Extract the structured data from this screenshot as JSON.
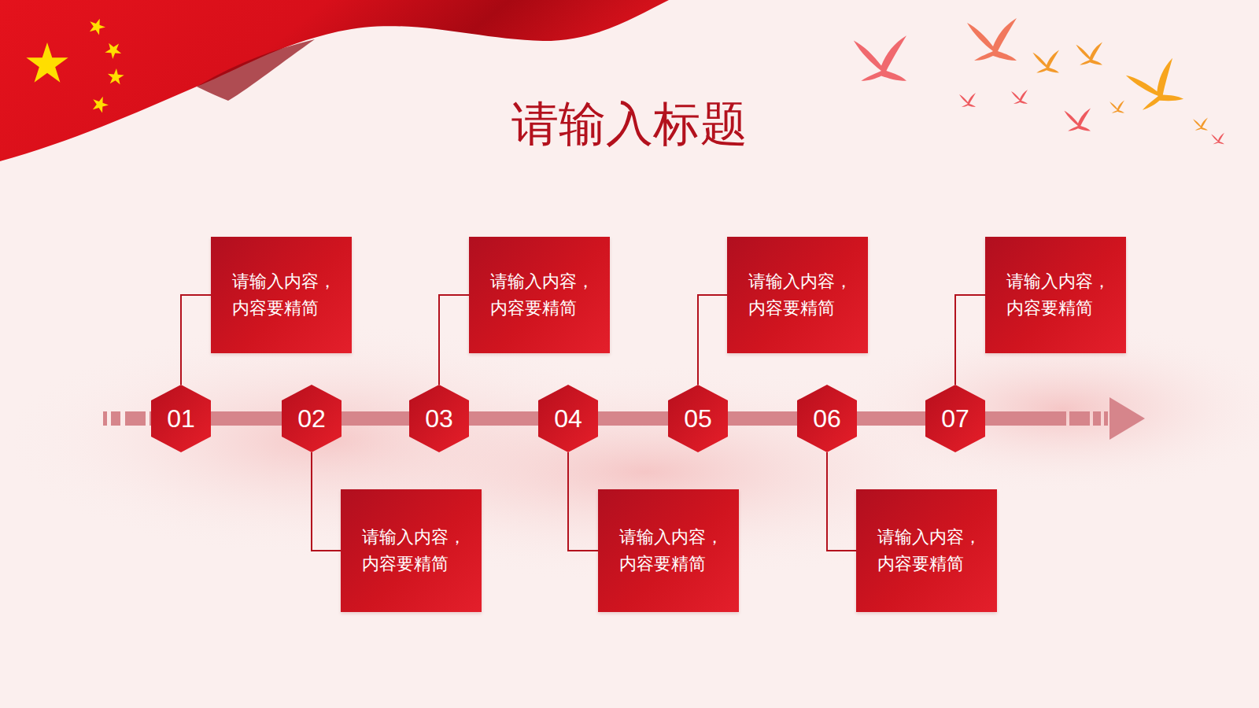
{
  "diagram": {
    "title": "请输入标题",
    "nodes": [
      {
        "text": [
          "01"
        ]
      },
      {
        "text": [
          "请输入内容， 内容要精简"
        ]
      },
      {
        "text": [
          "02"
        ]
      },
      {
        "text": [
          "请输入内容， 内容要精简"
        ]
      },
      {
        "text": [
          "03"
        ]
      },
      {
        "text": [
          "请输入内容， 内容要精简"
        ]
      },
      {
        "text": [
          "04"
        ]
      },
      {
        "text": [
          "请输入内容， 内容要精简"
        ]
      },
      {
        "text": [
          "05"
        ]
      },
      {
        "text": [
          "请输入内容， 内容要精简"
        ]
      },
      {
        "text": [
          "06"
        ]
      },
      {
        "text": [
          "请输入内容， 内容要精简"
        ]
      },
      {
        "text": [
          "07"
        ]
      },
      {
        "text": [
          "请输入内容， 内容要精简"
        ]
      }
    ],
    "edges": [
      {
        "from": 0,
        "to": 1,
        "arrow": "none"
      },
      {
        "from": 2,
        "to": 3,
        "arrow": "none"
      },
      {
        "from": 4,
        "to": 5,
        "arrow": "none"
      },
      {
        "from": 6,
        "to": 7,
        "arrow": "none"
      },
      {
        "from": 8,
        "to": 9,
        "arrow": "none"
      },
      {
        "from": 10,
        "to": 11,
        "arrow": "none"
      },
      {
        "from": 12,
        "to": 13,
        "arrow": "none"
      }
    ]
  }
}
